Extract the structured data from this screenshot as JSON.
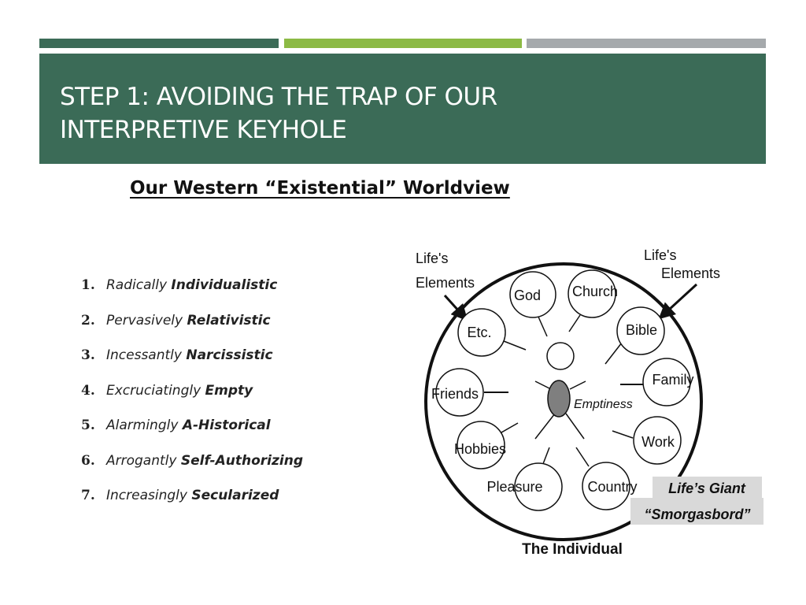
{
  "header": {
    "title_line1": "STEP 1: AVOIDING THE TRAP OF OUR",
    "title_line2": "INTERPRETIVE KEYHOLE"
  },
  "subtitle": "Our Western “Existential” Worldview",
  "list": [
    {
      "num": "1.",
      "adverb": "Radically",
      "adjective": "Individualistic"
    },
    {
      "num": "2.",
      "adverb": "Pervasively",
      "adjective": "Relativistic"
    },
    {
      "num": "3.",
      "adverb": "Incessantly",
      "adjective": "Narcissistic"
    },
    {
      "num": "4.",
      "adverb": "Excruciatingly",
      "adjective": "Empty"
    },
    {
      "num": "5.",
      "adverb": "Alarmingly",
      "adjective": "A-Historical"
    },
    {
      "num": "6.",
      "adverb": "Arrogantly",
      "adjective": "Self-Authorizing"
    },
    {
      "num": "7.",
      "adverb": "Increasingly",
      "adjective": "Secularized"
    }
  ],
  "diagram": {
    "left_label_line1": "Life's",
    "left_label_line2": "Elements",
    "right_label_line1": "Life's",
    "right_label_line2": "Elements",
    "elements": [
      "God",
      "Church",
      "Bible",
      "Family",
      "Work",
      "Country",
      "Pleasure",
      "Hobbies",
      "Friends",
      "Etc."
    ],
    "center_label": "Emptiness",
    "caption": "The Individual",
    "smorgasbord_line1": "Life’s Giant",
    "smorgasbord_line2": "“Smorgasbord”"
  },
  "colors": {
    "accent_green": "#3b6b57",
    "accent_lime": "#8cba45",
    "accent_gray": "#a5a9ac",
    "body_fill": "#7f7f7f",
    "callout_bg": "#d9d9d9"
  }
}
